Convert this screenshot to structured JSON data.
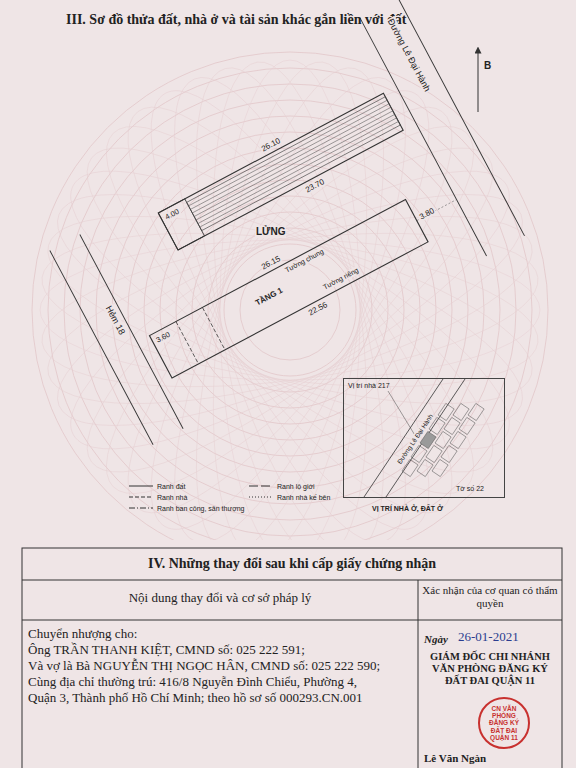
{
  "diagram": {
    "title": "III. Sơ đồ thửa đất, nhà ở và tài sản khác gắn liền với đất",
    "nodes": [
      {
        "text": [
          "Vị trí nhà 217",
          "Đường Lê Đại Hành",
          "Tờ số 22",
          "VỊ TRÍ NHÀ Ở, ĐẤT Ở"
        ]
      },
      {
        "text": [
          "CN VĂN PHÒNG ĐĂNG KÝ ĐẤT ĐAI QUẬN 11"
        ]
      }
    ],
    "labels": [
      "B",
      "LỬNG",
      "TẦNG 1",
      "Đường Lê Đại Hành",
      "Hẻm 18",
      "26.10",
      "23.70",
      "4.00",
      "3.60",
      "26.15",
      "22.56",
      "3.80",
      "Tường chung",
      "Tường riêng",
      "IV. Những thay đổi sau khi cấp giấy chứng nhận",
      "Nội dung thay đổi và cơ sở pháp lý",
      "Xác nhận của cơ quan có thẩm quyền",
      "Chuyển nhượng cho:",
      "Ông TRẦN THANH KIỆT, CMND số: 025 222 591;",
      "Và vợ là Bà NGUYỄN THỊ NGỌC HÂN, CMND số: 025 222 590;",
      "Cùng địa chỉ thường trú: 416/8 Nguyễn Đình Chiểu, Phường 4,",
      "Quận 3, Thành phố Hồ Chí Minh; theo hồ sơ số 000293.CN.001",
      "Ngày",
      "26-01-2021",
      "GIÁM ĐỐC CHI NHÁNH VĂN PHÒNG ĐĂNG KÝ ĐẤT ĐAI QUẬN 11",
      "Lê Văn Ngàn"
    ],
    "legend": [
      {
        "text": "Ranh đất"
      },
      {
        "text": "Ranh nhà"
      },
      {
        "text": "Ranh ban công, sân thượng"
      },
      {
        "text": "Ranh lộ giới"
      },
      {
        "text": "Ranh nhà kế bên"
      }
    ]
  }
}
